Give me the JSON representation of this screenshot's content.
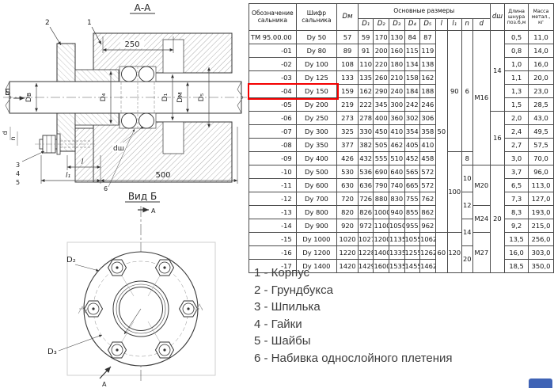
{
  "drawing": {
    "section_title": "А-А",
    "view_title": "Вид Б",
    "section_arrow": "А",
    "view_direction": "Б",
    "dims": {
      "len250": "250",
      "len500": "500",
      "l": "l",
      "l1": "l₁"
    },
    "labels": {
      "dv": "Dв",
      "d1": "D₁",
      "d2": "D₂",
      "d3": "D₃",
      "d4": "D₄",
      "d5": "D₅",
      "dm": "Dм",
      "d": "d",
      "n": "n",
      "dsh": "dш"
    },
    "callouts": [
      "1",
      "2",
      "3",
      "4",
      "5",
      "6"
    ]
  },
  "table": {
    "headers": {
      "designation": "Обозначение сальника",
      "code": "Шифр сальника",
      "dm": "Dм",
      "main_dims": "Основные размеры",
      "d1": "D₁",
      "d2": "D₂",
      "d3": "D₃",
      "d4": "D₄",
      "d5": "D₅",
      "l": "l",
      "l1": "l₁",
      "n": "n",
      "d": "d",
      "dsh": "dш",
      "cord_len": "Длина шнура поз.6,м",
      "mass": "Масса метал., кг"
    },
    "rows": [
      {
        "designation": "ТМ 95.00.00",
        "code": "Dy 50",
        "dm": "57",
        "d1": "59",
        "d2": "170",
        "d3": "130",
        "d4": "84",
        "d5": "87",
        "cord": "0,5",
        "mass": "11,0"
      },
      {
        "designation": "-01",
        "code": "Dy 80",
        "dm": "89",
        "d1": "91",
        "d2": "200",
        "d3": "160",
        "d4": "115",
        "d5": "119",
        "cord": "0,8",
        "mass": "14,0"
      },
      {
        "designation": "-02",
        "code": "Dy 100",
        "dm": "108",
        "d1": "110",
        "d2": "220",
        "d3": "180",
        "d4": "134",
        "d5": "138",
        "cord": "1,0",
        "mass": "16,0"
      },
      {
        "designation": "-03",
        "code": "Dy 125",
        "dm": "133",
        "d1": "135",
        "d2": "260",
        "d3": "210",
        "d4": "158",
        "d5": "162",
        "cord": "1,1",
        "mass": "20,0"
      },
      {
        "designation": "-04",
        "code": "Dy 150",
        "dm": "159",
        "d1": "162",
        "d2": "290",
        "d3": "240",
        "d4": "184",
        "d5": "188",
        "cord": "1,3",
        "mass": "23,0",
        "highlight": true
      },
      {
        "designation": "-05",
        "code": "Dy 200",
        "dm": "219",
        "d1": "222",
        "d2": "345",
        "d3": "300",
        "d4": "242",
        "d5": "246",
        "cord": "1,5",
        "mass": "28,5"
      },
      {
        "designation": "-06",
        "code": "Dy 250",
        "dm": "273",
        "d1": "278",
        "d2": "400",
        "d3": "360",
        "d4": "302",
        "d5": "306",
        "cord": "2,0",
        "mass": "43,0"
      },
      {
        "designation": "-07",
        "code": "Dy 300",
        "dm": "325",
        "d1": "330",
        "d2": "450",
        "d3": "410",
        "d4": "354",
        "d5": "358",
        "cord": "2,4",
        "mass": "49,5"
      },
      {
        "designation": "-08",
        "code": "Dy 350",
        "dm": "377",
        "d1": "382",
        "d2": "505",
        "d3": "462",
        "d4": "405",
        "d5": "410",
        "cord": "2,7",
        "mass": "57,5"
      },
      {
        "designation": "-09",
        "code": "Dy 400",
        "dm": "426",
        "d1": "432",
        "d2": "555",
        "d3": "510",
        "d4": "452",
        "d5": "458",
        "cord": "3,0",
        "mass": "70,0"
      },
      {
        "designation": "-10",
        "code": "Dy 500",
        "dm": "530",
        "d1": "536",
        "d2": "690",
        "d3": "640",
        "d4": "565",
        "d5": "572",
        "cord": "3,7",
        "mass": "96,0"
      },
      {
        "designation": "-11",
        "code": "Dy 600",
        "dm": "630",
        "d1": "636",
        "d2": "790",
        "d3": "740",
        "d4": "665",
        "d5": "572",
        "cord": "6,5",
        "mass": "113,0"
      },
      {
        "designation": "-12",
        "code": "Dy 700",
        "dm": "720",
        "d1": "726",
        "d2": "880",
        "d3": "830",
        "d4": "755",
        "d5": "762",
        "cord": "7,3",
        "mass": "127,0"
      },
      {
        "designation": "-13",
        "code": "Dy 800",
        "dm": "820",
        "d1": "826",
        "d2": "1000",
        "d3": "940",
        "d4": "855",
        "d5": "862",
        "cord": "8,3",
        "mass": "193,0"
      },
      {
        "designation": "-14",
        "code": "Dy 900",
        "dm": "920",
        "d1": "972",
        "d2": "1100",
        "d3": "1050",
        "d4": "955",
        "d5": "962",
        "cord": "9,2",
        "mass": "215,0"
      },
      {
        "designation": "-15",
        "code": "Dy 1000",
        "dm": "1020",
        "d1": "1027",
        "d2": "1200",
        "d3": "1135",
        "d4": "1055",
        "d5": "1062",
        "cord": "13,5",
        "mass": "256,0"
      },
      {
        "designation": "-16",
        "code": "Dy 1200",
        "dm": "1220",
        "d1": "1228",
        "d2": "1400",
        "d3": "1335",
        "d4": "1255",
        "d5": "1262",
        "cord": "16,0",
        "mass": "303,0"
      },
      {
        "designation": "-17",
        "code": "Dy 1400",
        "dm": "1420",
        "d1": "1429",
        "d2": "1600",
        "d3": "1535",
        "d4": "1455",
        "d5": "1462",
        "cord": "18,5",
        "mass": "350,0"
      }
    ],
    "merged": {
      "l": [
        {
          "value": "50",
          "start": 1,
          "span": 15
        },
        {
          "value": "60",
          "start": 16,
          "span": 3
        }
      ],
      "l1": [
        {
          "value": "90",
          "start": 1,
          "span": 9
        },
        {
          "value": "100",
          "start": 10,
          "span": 6
        },
        {
          "value": "120",
          "start": 16,
          "span": 3
        }
      ],
      "n": [
        {
          "value": "6",
          "start": 1,
          "span": 9
        },
        {
          "value": "8",
          "start": 10,
          "span": 1
        },
        {
          "value": "10",
          "start": 11,
          "span": 2
        },
        {
          "value": "12",
          "start": 13,
          "span": 2
        },
        {
          "value": "14",
          "start": 15,
          "span": 2
        },
        {
          "value": "20",
          "start": 17,
          "span": 2
        }
      ],
      "d": [
        {
          "value": "M16",
          "start": 1,
          "span": 10
        },
        {
          "value": "M20",
          "start": 11,
          "span": 3
        },
        {
          "value": "M24",
          "start": 14,
          "span": 2
        },
        {
          "value": "M27",
          "start": 16,
          "span": 3
        }
      ],
      "dsh": [
        {
          "value": "14",
          "start": 1,
          "span": 6
        },
        {
          "value": "16",
          "start": 7,
          "span": 4
        },
        {
          "value": "20",
          "start": 11,
          "span": 8
        }
      ]
    },
    "highlight_color": "#f40000"
  },
  "legend": {
    "items": [
      "1 - Корпус",
      "2 - Грундбукса",
      "3 - Шпилька",
      "4 - Гайки",
      "5 - Шайбы",
      "6 - Набивка однослойного плетения"
    ]
  }
}
